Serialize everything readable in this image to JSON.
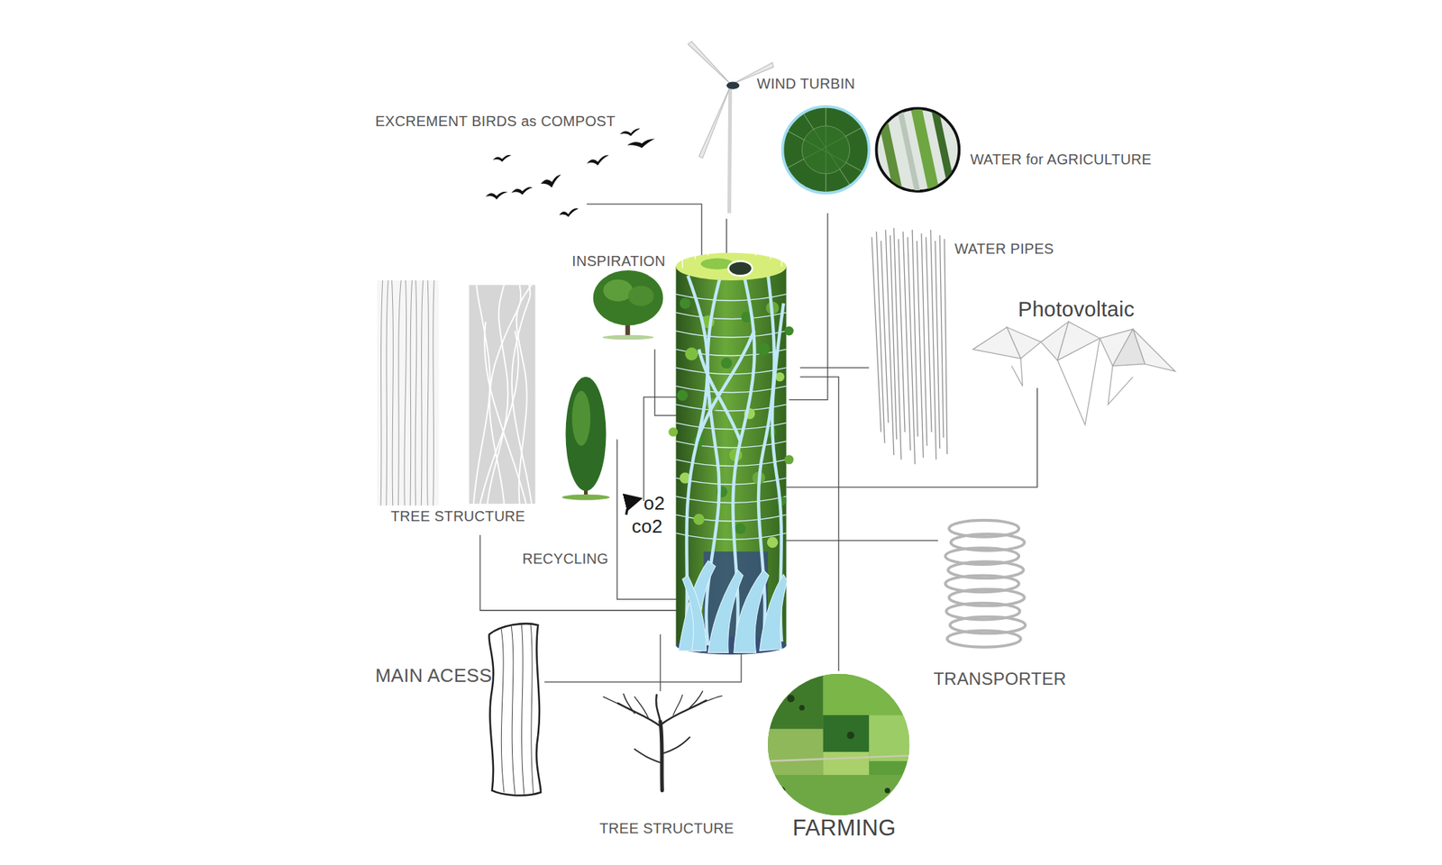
{
  "diagram": {
    "labels": [
      "WIND TURBIN",
      "EXCREMENT BIRDS as COMPOST",
      "WATER for AGRICULTURE",
      "INSPIRATION",
      "WATER PIPES",
      "Photovoltaic",
      "TREE STRUCTURE",
      "o2",
      "co2",
      "RECYCLING",
      "MAIN ACESS",
      "TRANSPORTER",
      "TREE STRUCTURE",
      "FARMING"
    ]
  }
}
